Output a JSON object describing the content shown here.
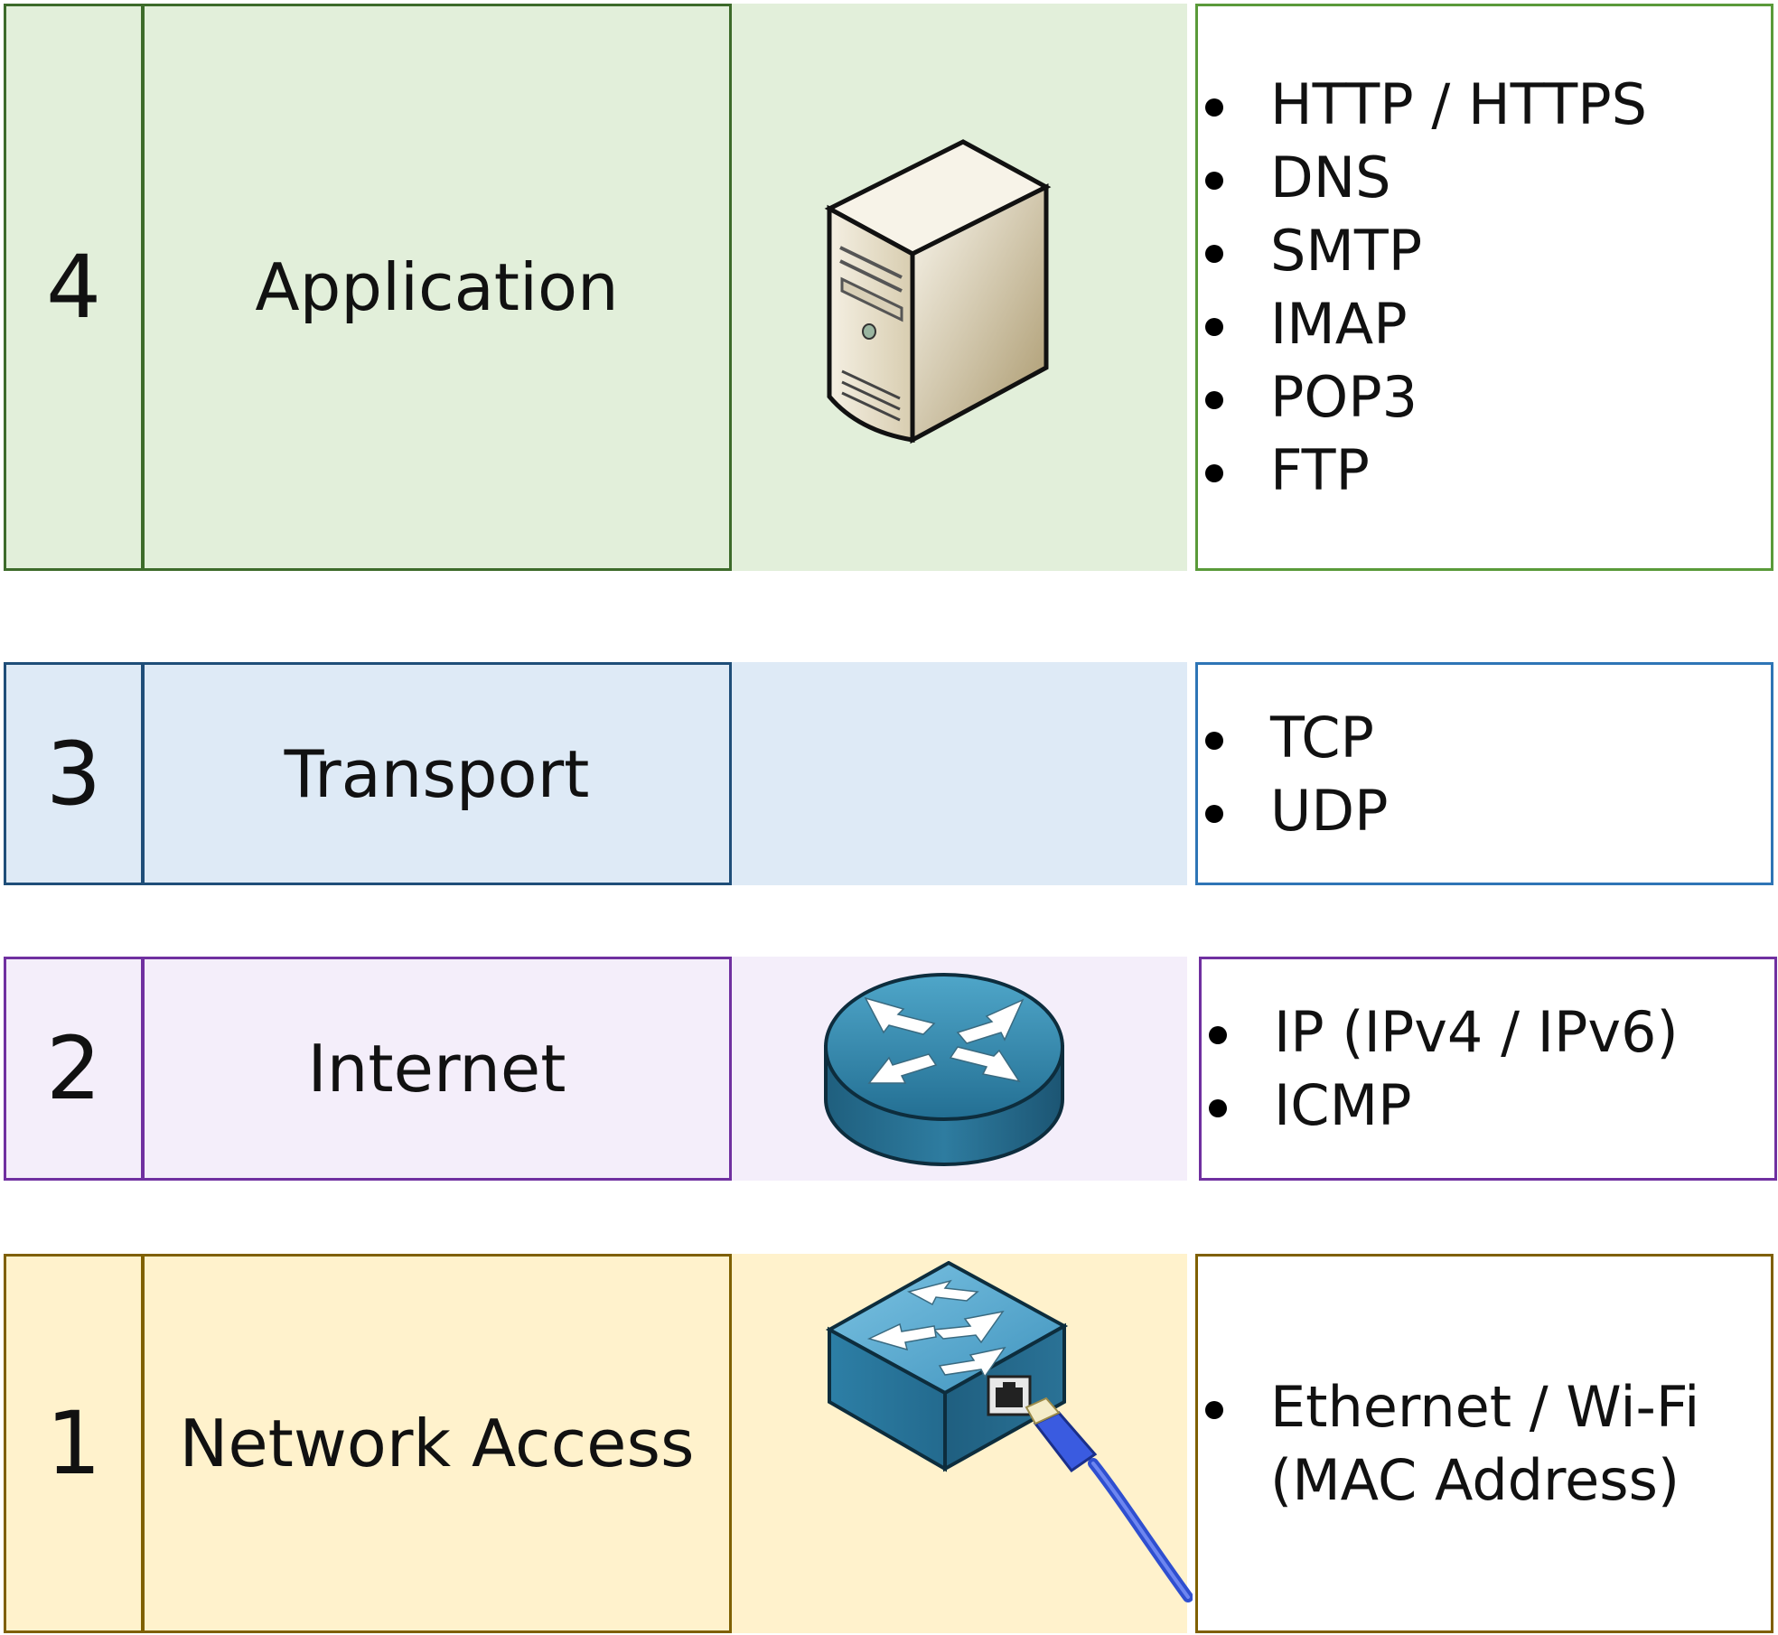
{
  "colors": {
    "application": {
      "fill": "#e2efda",
      "border": "#3d6b2a",
      "proto_border": "#5a9a3a"
    },
    "transport": {
      "fill": "#deeaf6",
      "border": "#1f4e79",
      "proto_border": "#2e75b6"
    },
    "internet": {
      "fill": "#f4eefa",
      "border": "#7030a0",
      "proto_border": "#7030a0"
    },
    "network_access": {
      "fill": "#fff2cc",
      "border": "#7f6000",
      "proto_border": "#7f6000"
    }
  },
  "layers": [
    {
      "number": "4",
      "name": "Application",
      "icon": "server-icon",
      "protocols": [
        "HTTP / HTTPS",
        "DNS",
        "SMTP",
        "IMAP",
        "POP3",
        "FTP"
      ]
    },
    {
      "number": "3",
      "name": "Transport",
      "icon": "",
      "protocols": [
        "TCP",
        "UDP"
      ]
    },
    {
      "number": "2",
      "name": "Internet",
      "icon": "router-icon",
      "protocols": [
        "IP (IPv4 / IPv6)",
        "ICMP"
      ]
    },
    {
      "number": "1",
      "name": "Network Access",
      "icon": "switch-icon",
      "protocols": [
        "Ethernet / Wi-Fi (MAC Address)"
      ]
    }
  ]
}
